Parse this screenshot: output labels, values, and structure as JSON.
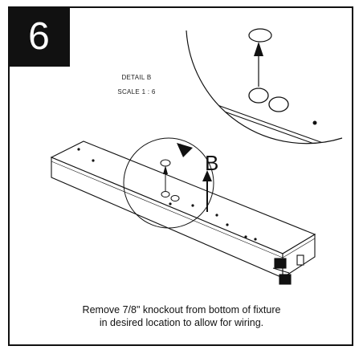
{
  "step": {
    "number": "6"
  },
  "detail": {
    "name": "DETAIL B",
    "scale": "SCALE 1 : 6"
  },
  "callout": {
    "letter": "B"
  },
  "instructions": {
    "line1": "Remove 7/8\" knockout from bottom of fixture",
    "line2": "in desired location to allow for wiring."
  },
  "icons": {
    "knockout": "knockout-hole-icon",
    "arrow": "arrow-up-icon"
  }
}
